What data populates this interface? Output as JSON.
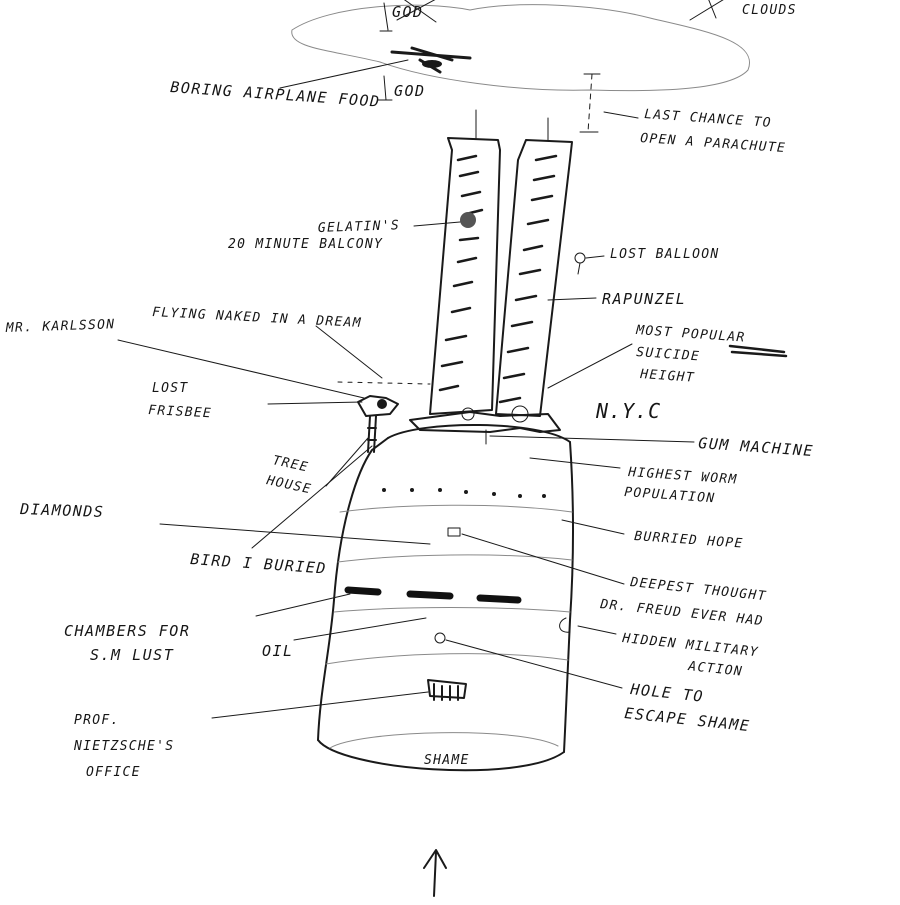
{
  "labels": {
    "god_top": "GOD",
    "clouds": "CLOUDS",
    "boring_airplane_food": "BORING AIRPLANE FOOD",
    "god": "GOD",
    "last_chance_line1": "LAST CHANCE TO",
    "last_chance_line2": "OPEN A PARACHUTE",
    "gelatins_line1": "GELATIN'S",
    "gelatins_line2": "20 MINUTE BALCONY",
    "lost_balloon": "LOST BALLOON",
    "rapunzel": "RAPUNZEL",
    "flying_naked": "FLYING NAKED IN A DREAM",
    "mr_karlsson": "MR. KARLSSON",
    "most_popular_line1": "MOST POPULAR",
    "most_popular_line2": "SUICIDE",
    "most_popular_line3": "HEIGHT",
    "lost_frisbee_line1": "LOST",
    "lost_frisbee_line2": "FRISBEE",
    "nyc": "N.Y.C",
    "gum_machine": "GUM MACHINE",
    "tree_house_line1": "TREE",
    "tree_house_line2": "HOUSE",
    "highest_worm_line1": "HIGHEST WORM",
    "highest_worm_line2": "POPULATION",
    "diamonds": "DIAMONDS",
    "buried_hope": "BURRIED HOPE",
    "bird_i_buried": "BIRD I BURIED",
    "deepest_line1": "DEEPEST THOUGHT",
    "deepest_line2": "DR. FREUD EVER HAD",
    "chambers_line1": "CHAMBERS FOR",
    "chambers_line2": "S.M LUST",
    "oil": "OIL",
    "hidden_military_line1": "HIDDEN MILITARY",
    "hidden_military_line2": "ACTION",
    "hole_line1": "HOLE TO",
    "hole_line2": "ESCAPE SHAME",
    "prof_line1": "PROF.",
    "prof_line2": "NIETZSCHE'S",
    "prof_line3": "OFFICE",
    "shame": "SHAME"
  },
  "colors": {
    "ink": "#1a1a1a",
    "paper": "#ffffff"
  },
  "icons": {
    "bottom_arrow": "up-arrow-icon"
  }
}
